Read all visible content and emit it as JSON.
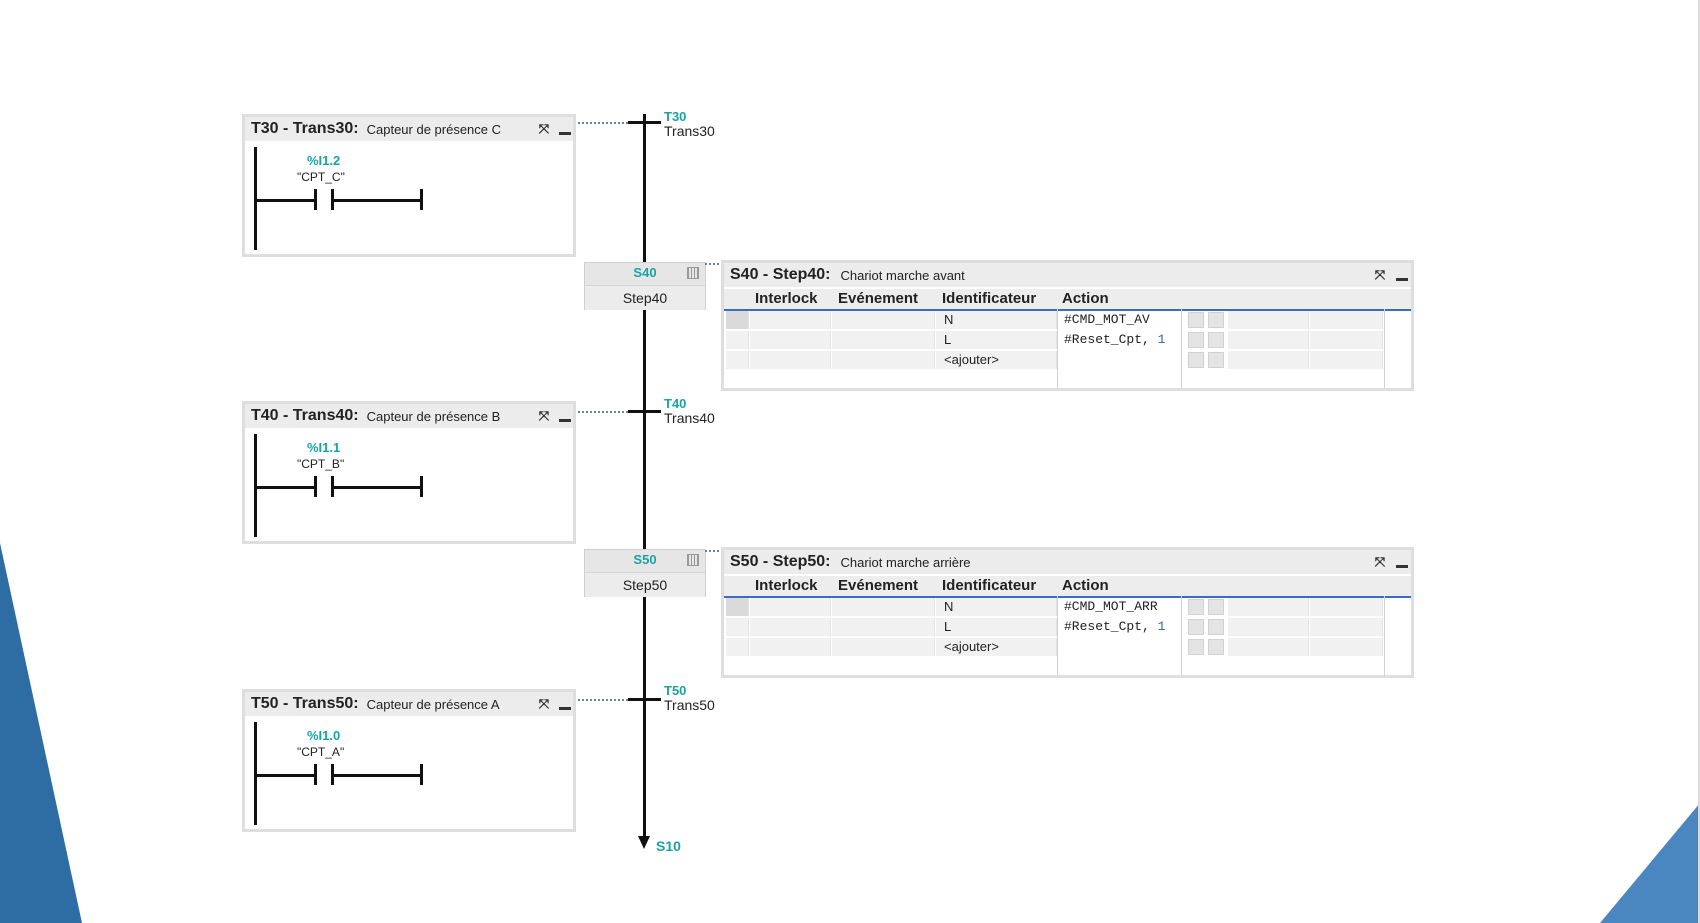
{
  "graph": {
    "transitions": [
      {
        "id": "T30",
        "name": "Trans30"
      },
      {
        "id": "T40",
        "name": "Trans40"
      },
      {
        "id": "T50",
        "name": "Trans50"
      }
    ],
    "steps": [
      {
        "id": "S40",
        "name": "Step40"
      },
      {
        "id": "S50",
        "name": "Step50"
      }
    ],
    "jump_target": "S10"
  },
  "transition_panels": [
    {
      "title": "T30 - Trans30:",
      "comment": "Capteur de présence C",
      "address": "%I1.2",
      "tag": "\"CPT_C\""
    },
    {
      "title": "T40 - Trans40:",
      "comment": "Capteur de présence B",
      "address": "%I1.1",
      "tag": "\"CPT_B\""
    },
    {
      "title": "T50 - Trans50:",
      "comment": "Capteur de présence A",
      "address": "%I1.0",
      "tag": "\"CPT_A\""
    }
  ],
  "step_panels": [
    {
      "title": "S40 - Step40:",
      "comment": "Chariot marche avant",
      "columns": [
        "Interlock",
        "Evénement",
        "Identificateur",
        "Action"
      ],
      "rows": [
        {
          "identifier": "N",
          "action": "#CMD_MOT_AV",
          "arg": ""
        },
        {
          "identifier": "L",
          "action": "#Reset_Cpt,",
          "arg": "1"
        },
        {
          "identifier": "<ajouter>",
          "action": "",
          "arg": ""
        }
      ]
    },
    {
      "title": "S50 - Step50:",
      "comment": "Chariot marche arrière",
      "columns": [
        "Interlock",
        "Evénement",
        "Identificateur",
        "Action"
      ],
      "rows": [
        {
          "identifier": "N",
          "action": "#CMD_MOT_ARR",
          "arg": ""
        },
        {
          "identifier": "L",
          "action": "#Reset_Cpt,",
          "arg": "1"
        },
        {
          "identifier": "<ajouter>",
          "action": "",
          "arg": ""
        }
      ]
    }
  ],
  "colors": {
    "accent_teal": "#1ba3a3",
    "slide_blue": "#2e6da4",
    "header_underline": "#3b6cc4"
  },
  "icons": {
    "expand": "expand-icon",
    "minimize": "minimize-icon",
    "step_grid": "grid-icon"
  }
}
